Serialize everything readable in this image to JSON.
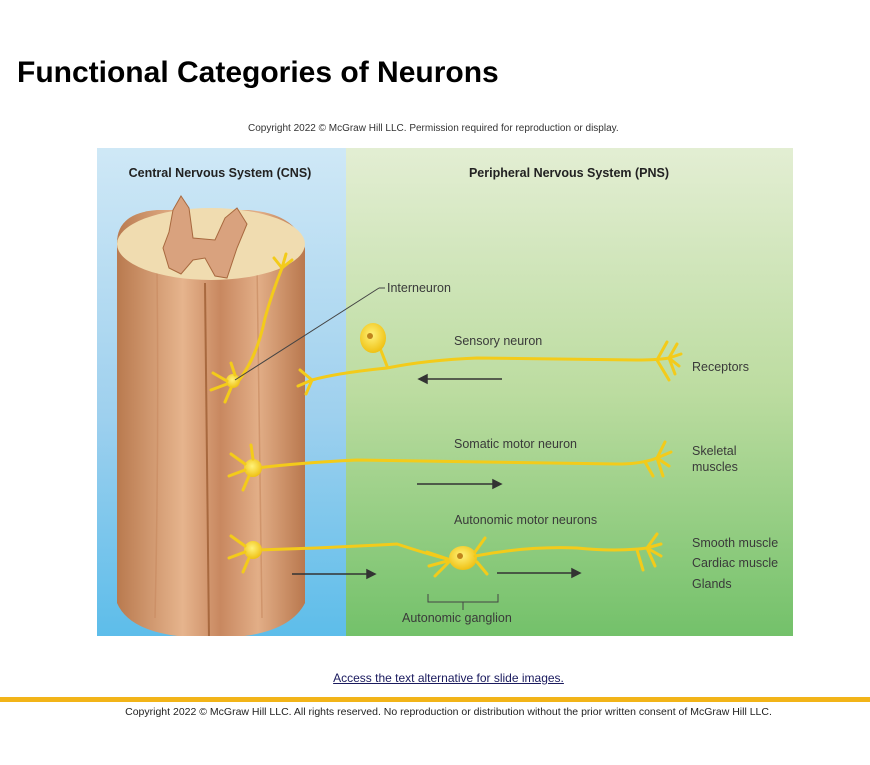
{
  "slide": {
    "title": "Functional Categories of Neurons",
    "figure_copyright": "Copyright 2022 © McGraw Hill LLC. Permission required for reproduction or display.",
    "access_link": "Access the text alternative for slide images.",
    "footer_copyright": "Copyright 2022 © McGraw Hill LLC. All rights reserved. No reproduction or distribution without the prior written consent of McGraw Hill LLC.",
    "accent_color": "#f2b418"
  },
  "diagram": {
    "cns_header": "Central Nervous System (CNS)",
    "pns_header": "Peripheral Nervous System (PNS)",
    "labels": {
      "interneuron": "Interneuron",
      "sensory_neuron": "Sensory neuron",
      "receptors": "Receptors",
      "somatic_motor_neuron": "Somatic motor neuron",
      "skeletal": "Skeletal",
      "muscles": "muscles",
      "autonomic_motor_neurons": "Autonomic motor neurons",
      "smooth_muscle": "Smooth muscle",
      "cardiac_muscle": "Cardiac muscle",
      "glands": "Glands",
      "autonomic_ganglion": "Autonomic ganglion"
    },
    "colors": {
      "cns_background": "#bfe0f2",
      "pns_background": "#dbeac5",
      "spinal_cord": "#d69a6f",
      "neuron": "#f3cb1a"
    }
  }
}
